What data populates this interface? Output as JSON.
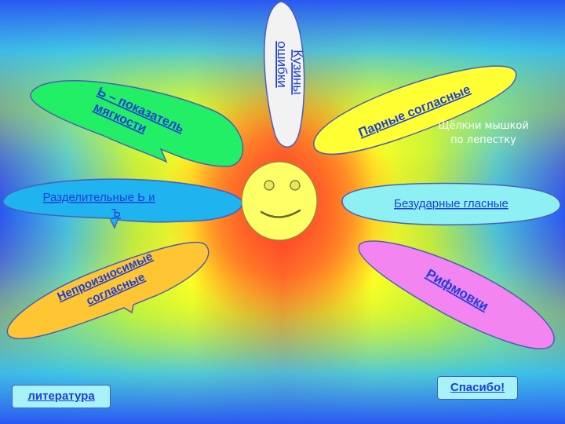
{
  "petals": {
    "kuziny": {
      "line1": "Кузины",
      "line2": "ошибки"
    },
    "pokazatel": {
      "line1": "Ь – показатель",
      "line2": "мягкости"
    },
    "parnye": {
      "label": "Парные согласные"
    },
    "razdel": {
      "line1": "Разделительные Ь и",
      "line2": "Ъ"
    },
    "bezudarnye": {
      "label": "Безударные гласные"
    },
    "neproizn": {
      "line1": "Непроизносимые",
      "line2": "согласные"
    },
    "rifmovki": {
      "label": "Рифмовки"
    }
  },
  "hint": {
    "line1": "Щёлкни мышкой",
    "line2": "по  лепестку"
  },
  "buttons": {
    "literature": "литература",
    "thanks": "Спасибо!"
  },
  "colors": {
    "petal_blue_text": "#1c3fd8",
    "petal_white": "#f2f2f2",
    "petal_green": "#22ee66",
    "petal_yellow": "#ffff33",
    "petal_cyan": "#1fb3f0",
    "petal_light_cyan": "#8ff0f4",
    "petal_orange": "#ffc533",
    "petal_pink": "#f385f0",
    "face": "#ffff66"
  }
}
